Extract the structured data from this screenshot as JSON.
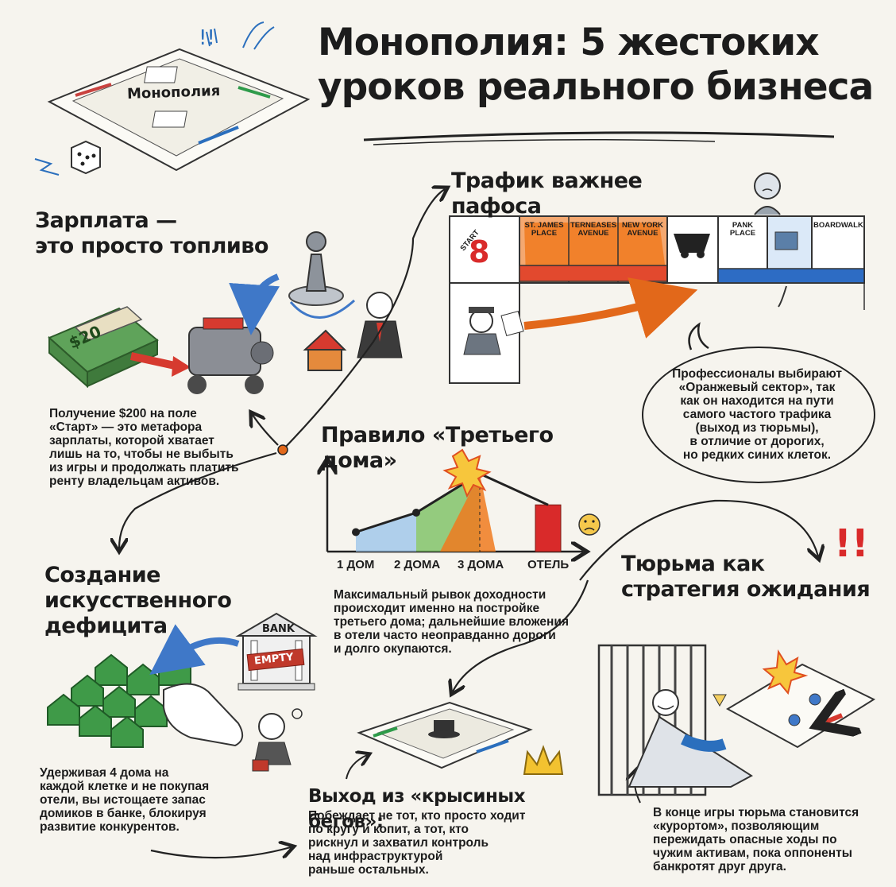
{
  "title": {
    "line1": "Монополия: 5 жестоких",
    "line2": "уроков реального бизнеса"
  },
  "board_label": "Монополия",
  "salary": {
    "heading_line1": "Зарплата —",
    "heading_line2": "это просто топливо",
    "text": [
      "Получение $200 на поле",
      "«Старт» — это метафора",
      "зарплаты, которой хватает",
      "лишь на то, чтобы не выбыть",
      "из игры и продолжать платить",
      "ренту владельцам активов."
    ],
    "bill_label": "$20"
  },
  "traffic": {
    "heading": "Трафик важнее пафоса",
    "cells": [
      "ST. JAMES PLACE",
      "TERNEASES AVENUE",
      "NEW YORK AVENUE",
      "PANK PLACE",
      "BOARDWALK"
    ],
    "start_label": "START",
    "bubble": [
      "Профессионалы выбирают",
      "«Оранжевый сектор», так",
      "как он находится на пути",
      "самого частого трафика",
      "(выход из тюрьмы),",
      "в отличие от дорогих,",
      "но редких синих клеток."
    ],
    "colors": {
      "orange": "#f07a1e",
      "blue": "#2d6cc4",
      "red": "#d92a2a"
    }
  },
  "third_house": {
    "heading": "Правило «Третьего дома»",
    "text": [
      "Максимальный рывок доходности",
      "происходит именно на постройке",
      "третьего дома; дальнейшие вложения",
      "в отели часто неоправданно дороги",
      "и долго окупаются."
    ]
  },
  "chart_data": {
    "type": "line",
    "categories": [
      "1 ДОМ",
      "2 ДОМА",
      "3 ДОМА",
      "ОТЕЛЬ"
    ],
    "values": [
      1,
      2,
      4,
      2.4
    ],
    "colors": [
      "#9ec6ea",
      "#7cc062",
      "#f07a1e",
      "#d92a2a"
    ]
  },
  "scarcity": {
    "heading": [
      "Создание",
      "искусственного",
      "дефицита"
    ],
    "bank_label": "BANK",
    "empty_label": "EMPTY",
    "text": [
      "Удерживая 4 дома на",
      "каждой клетке и не покупая",
      "отели, вы истощаете запас",
      "домиков в банке, блокируя",
      "развитие конкурентов."
    ]
  },
  "jail": {
    "heading": [
      "Тюрьма как",
      "стратегия ожидания"
    ],
    "text": [
      "В конце игры тюрьма становится",
      "«курортом», позволяющим",
      "пережидать опасные ходы по",
      "чужим активам, пока оппоненты",
      "банкротят друг друга."
    ]
  },
  "rat_race": {
    "heading": "Выход из «крысиных бегов»:",
    "text": [
      "Побеждает не тот, кто просто ходит",
      "по кругу и копит, а тот, кто",
      "рискнул и захватил контроль",
      "над инфраструктурой",
      "раньше остальных."
    ]
  }
}
